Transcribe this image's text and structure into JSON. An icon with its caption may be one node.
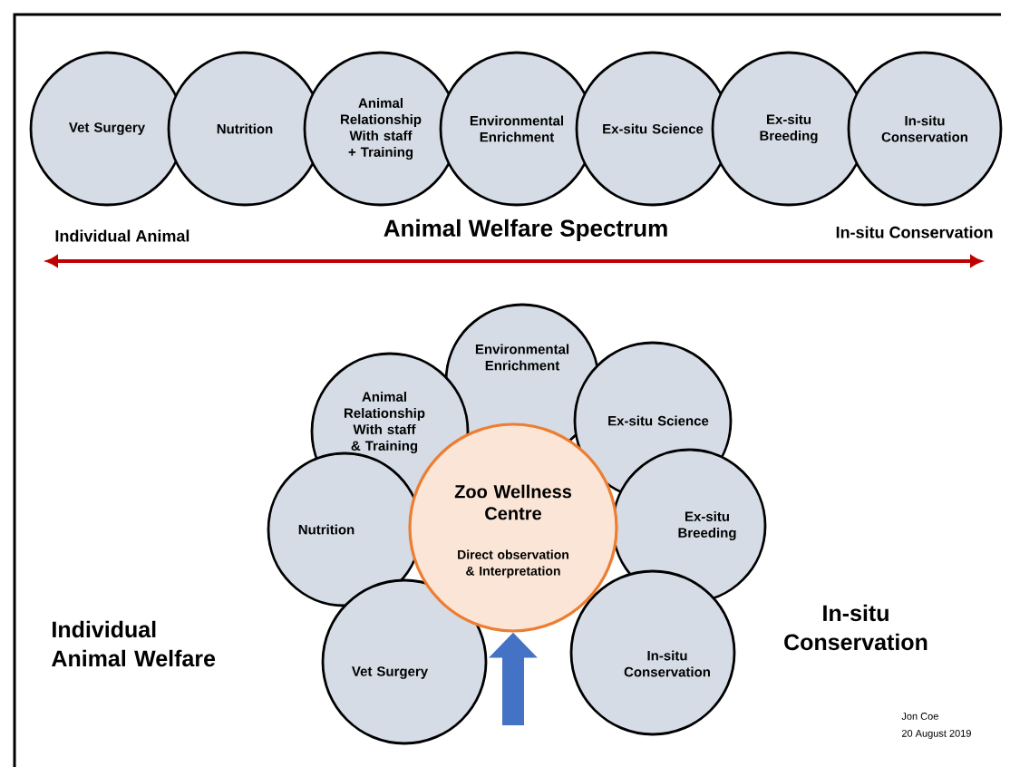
{
  "diagram": {
    "nodes": [
      {
        "text": [
          "Vet Surgery"
        ]
      },
      {
        "text": [
          "Nutrition"
        ]
      },
      {
        "text": [
          "Animal Relationship With staff + Training"
        ]
      },
      {
        "text": [
          "Environmental Enrichment"
        ]
      },
      {
        "text": [
          "Ex-situ Science"
        ]
      },
      {
        "text": [
          "Ex-situ Breeding"
        ]
      },
      {
        "text": [
          "In-situ Conservation"
        ]
      },
      {
        "text": [
          "Environmental Enrichment"
        ]
      },
      {
        "text": [
          "Animal Relationship With staff & Training"
        ]
      },
      {
        "text": [
          "Ex-situ Science"
        ]
      },
      {
        "text": [
          "Nutrition"
        ]
      },
      {
        "text": [
          "Zoo Wellness Centre",
          "Direct observation & Interpretation"
        ]
      },
      {
        "text": [
          "Ex-situ Breeding"
        ]
      },
      {
        "text": [
          "Vet Surgery"
        ]
      },
      {
        "text": [
          "In-situ Conservation"
        ]
      }
    ],
    "edges": [
      {
        "from": null,
        "to": 11,
        "arrow": "to",
        "color": "#4472c4"
      }
    ],
    "labels": [
      "Individual Animal",
      "Animal Welfare Spectrum",
      "In-situ Conservation",
      "Individual Animal Welfare",
      "In-situ Conservation",
      "Jon Coe",
      "20 August 2019"
    ]
  }
}
